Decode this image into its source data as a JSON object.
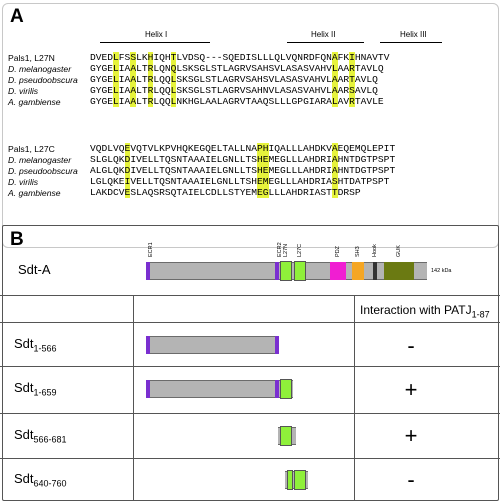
{
  "panels": {
    "a": "A",
    "b": "B"
  },
  "helices": [
    "Helix I",
    "Helix II",
    "Helix III"
  ],
  "alignment_top": [
    {
      "species": "Pals1, L27N",
      "italic": false,
      "seq": "DVEDLFSSLKHIQHTLVDSQ---SQEDISLLLQLVQNRDFQNAFKIHNAVTV"
    },
    {
      "species": "D. melanogaster",
      "italic": true,
      "seq": "GYGELIAALTRLQNQLSKSGLSTLAGRVSAHSVLASASVAHVLAARTAVLQ"
    },
    {
      "species": "D. pseudoobscura",
      "italic": true,
      "seq": "GYGELIAALTRLQQLSKSGLSTLAGRVSAHSVLASASVAHVLAARTAVLQ"
    },
    {
      "species": "D. virilis",
      "italic": true,
      "seq": "GYGELIAALTRLQQLSKSGLSTLAGRVSAHNVLASASVAHVLAARSAVLQ"
    },
    {
      "species": "A. gambiense",
      "italic": true,
      "seq": "GYGELIAALTRLQQLNKHGLAALAGRVTAAQSLLLGPGIARALAVRTAVLE"
    }
  ],
  "alignment_bottom": [
    {
      "species": "Pals1, L27C",
      "italic": false,
      "seq": "VQDLVQEVQTVLKPVHQKEGQELTALLNAPHIQALLLAHDKVAEQEMQLEPIT"
    },
    {
      "species": "D. melanogaster",
      "italic": true,
      "seq": "SLGLQKDIVELLTQSNTAAAIELGNLLTSHEMEGLLLAHDRIAHNTDGTPSPT"
    },
    {
      "species": "D. pseudoobscura",
      "italic": true,
      "seq": "ALGLQKDIVELLTQSNTAAAIELGNLLTSHEMEGLLLAHDRIAHNTDGTPSPT"
    },
    {
      "species": "D. virilis",
      "italic": true,
      "seq": "LGLQKEIVELLTQSNTAAAIELGNLLTSHEMEGLLLAHDRIASHTDATPSPT"
    },
    {
      "species": "A. gambiense",
      "italic": true,
      "seq": "LAKDCVESLAQSRSQTAIELCDLLSTYEMEGLLLAHDRIASTTDRSP"
    }
  ],
  "domain_labels": [
    "ECR1",
    "ECR2",
    "L27N",
    "L27C",
    "PDZ",
    "SH3",
    "Hook",
    "GUK"
  ],
  "full_protein": {
    "name": "Sdt-A",
    "size": "142 kDa"
  },
  "column_header": {
    "text": "Interaction with PATJ",
    "sub": "1-87"
  },
  "constructs": [
    {
      "name": "Sdt",
      "sub": "1-566",
      "result": "-"
    },
    {
      "name": "Sdt",
      "sub": "1-659",
      "result": "+"
    },
    {
      "name": "Sdt",
      "sub": "566-681",
      "result": "+"
    },
    {
      "name": "Sdt",
      "sub": "640-760",
      "result": "-"
    }
  ],
  "colors": {
    "highlight": "#e6f33c",
    "backbone": "#b4b4b4",
    "ecr": "#7a2fd0",
    "l27": "#8ff03a",
    "pdz": "#f01ed2",
    "sh3": "#f5a623",
    "hook": "#333333",
    "guk": "#6b7a12"
  }
}
